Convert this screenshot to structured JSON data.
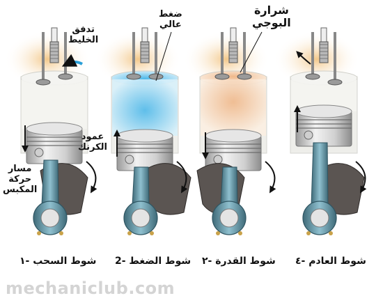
{
  "annotations": {
    "mixture_flow": "تدفق\nالخليط",
    "high_pressure": "ضغط\nعالي",
    "spark": "شرارة\nالبوجي",
    "crank_rod": "عمود\nالكرنك",
    "piston_path": "مسار\nحركة\nالمكبس"
  },
  "strokes": [
    {
      "id": "intake",
      "caption": "شوط السحب -١",
      "chamber_color": "#f2f2ef"
    },
    {
      "id": "compression",
      "caption": "شوط الضغط -2",
      "chamber_color": "#7fd0ee"
    },
    {
      "id": "power",
      "caption": "شوط القدرة -٢",
      "chamber_color": "#f5d2a8"
    },
    {
      "id": "exhaust",
      "caption": "شوط العادم -٤",
      "chamber_color": "#f2f2ef"
    }
  ],
  "watermark": "mechaniclub.com",
  "colors": {
    "cylinder": "#eeeeea",
    "piston": "#dcdcdc",
    "rod": "#6f9aa8",
    "crank": "#5b5552",
    "port_glow": "#f3cf96"
  }
}
